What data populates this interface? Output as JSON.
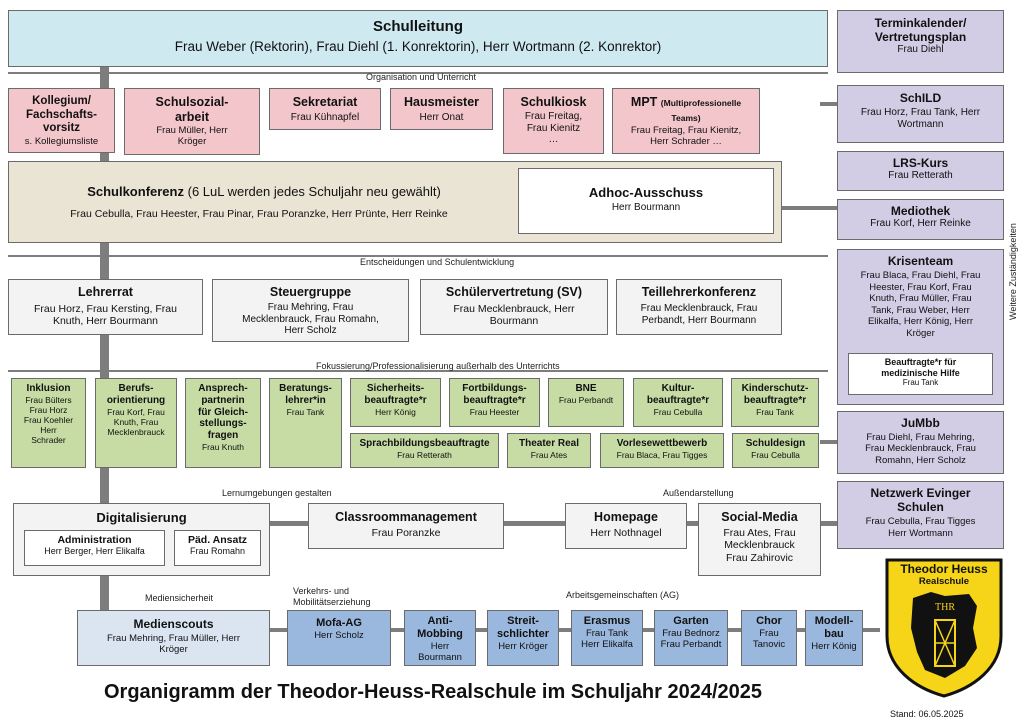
{
  "top": {
    "schulleitung": {
      "title": "Schulleitung",
      "names": "Frau Weber (Rektorin), Frau Diehl (1. Konrektorin), Herr Wortmann (2. Konrektor)"
    }
  },
  "labels": {
    "org": "Organisation und Unterricht",
    "entscheidungen": "Entscheidungen und Schulentwicklung",
    "fokus": "Fokussierung/Professionalisierung außerhalb des Unterrichts",
    "lernumgebungen": "Lernumgebungen gestalten",
    "aussen": "Außendarstellung",
    "mediensicherheit": "Mediensicherheit",
    "verkehr": "Verkehrs- und\nMobilitätserziehung",
    "ag": "Arbeitsgemeinschaften (AG)",
    "weitere": "Weitere Zuständigkeiten"
  },
  "row2": [
    {
      "title": "Kollegium/\nFachschafts-\nvorsitz",
      "names": "s. Kollegiumsliste"
    },
    {
      "title": "Schulsozial-\narbeit",
      "names": "Frau Müller, Herr\nKröger"
    },
    {
      "title": "Sekretariat",
      "names": "Frau Kühnapfel"
    },
    {
      "title": "Hausmeister",
      "names": "Herr Onat"
    },
    {
      "title": "Schulkiosk",
      "names": "Frau Freitag,\nFrau Kienitz\n…"
    },
    {
      "title": "MPT",
      "subtitle": "(Multiprofessionelle\nTeams)",
      "names": "Frau Freitag, Frau Kienitz,\nHerr Schrader …"
    }
  ],
  "schulkonferenz": {
    "title": "Schulkonferenz",
    "sub": "(6 LuL werden jedes Schuljahr neu gewählt)",
    "names": "Frau Cebulla, Frau Heester, Frau Pinar, Frau Poranzke, Herr Prünte, Herr Reinke"
  },
  "adhoc": {
    "title": "Adhoc-Ausschuss",
    "names": "Herr Bourmann"
  },
  "row4": [
    {
      "title": "Lehrerrat",
      "names": "Frau Horz, Frau Kersting, Frau\nKnuth, Herr Bourmann"
    },
    {
      "title": "Steuergruppe",
      "names": "Frau Mehring, Frau\nMecklenbrauck, Frau Romahn,\nHerr Scholz"
    },
    {
      "title": "Schülervertretung (SV)",
      "names": "Frau Mecklenbrauck, Herr\nBourmann"
    },
    {
      "title": "Teillehrerkonferenz",
      "names": "Frau Mecklenbrauck, Frau\nPerbandt, Herr Bourmann"
    }
  ],
  "green": [
    {
      "title": "Inklusion",
      "names": "Frau Bülters\nFrau Horz\nFrau Koehler\nHerr\nSchrader"
    },
    {
      "title": "Berufs-\norientierung",
      "names": "Frau Korf, Frau\nKnuth, Frau\nMecklenbrauck"
    },
    {
      "title": "Ansprech-\npartnerin\nfür Gleich-\nstellungs-\nfragen",
      "names": "Frau Knuth"
    },
    {
      "title": "Beratungs-\nlehrer*in",
      "names": "Frau Tank"
    },
    {
      "title": "Sicherheits-\nbeauftragte*r",
      "names": "Herr König"
    },
    {
      "title": "Fortbildungs-\nbeauftragte*r",
      "names": "Frau Heester"
    },
    {
      "title": "BNE",
      "names": "Frau Perbandt"
    },
    {
      "title": "Kultur-\nbeauftragte*r",
      "names": "Frau Cebulla"
    },
    {
      "title": "Kinderschutz-\nbeauftragte*r",
      "names": "Frau Tank"
    },
    {
      "title": "Sprachbildungsbeauftragte",
      "names": "Frau Retterath"
    },
    {
      "title": "Theater Real",
      "names": "Frau Ates"
    },
    {
      "title": "Vorlesewettbewerb",
      "names": "Frau Blaca, Frau Tigges"
    },
    {
      "title": "Schuldesign",
      "names": "Frau Cebulla"
    }
  ],
  "digital": {
    "title": "Digitalisierung",
    "admin_title": "Administration",
    "admin_names": "Herr Berger, Herr Elikalfa",
    "paed_title": "Päd. Ansatz",
    "paed_names": "Frau Romahn"
  },
  "classroom": {
    "title": "Classroommanagement",
    "names": "Frau Poranzke"
  },
  "homepage": {
    "title": "Homepage",
    "names": "Herr Nothnagel"
  },
  "social": {
    "title": "Social-Media",
    "names": "Frau Ates, Frau\nMecklenbrauck\nFrau Zahirovic"
  },
  "bottom": [
    {
      "title": "Medienscouts",
      "names": "Frau Mehring, Frau Müller, Herr\nKröger"
    },
    {
      "title": "Mofa-AG",
      "names": "Herr Scholz"
    },
    {
      "title": "Anti-\nMobbing",
      "names": "Herr\nBourmann"
    },
    {
      "title": "Streit-\nschlichter",
      "names": "Herr Kröger"
    },
    {
      "title": "Erasmus",
      "names": "Frau Tank\nHerr Elikalfa"
    },
    {
      "title": "Garten",
      "names": "Frau Bednorz\nFrau Perbandt"
    },
    {
      "title": "Chor",
      "names": "Frau\nTanovic"
    },
    {
      "title": "Modell-\nbau",
      "names": "Herr König"
    }
  ],
  "right": [
    {
      "title": "Terminkalender/\nVertretungsplan",
      "names": "Frau Diehl"
    },
    {
      "title": "SchILD",
      "names": "Frau Horz, Frau Tank, Herr\nWortmann"
    },
    {
      "title": "LRS-Kurs",
      "names": "Frau Retterath"
    },
    {
      "title": "Mediothek",
      "names": "Frau Korf, Herr Reinke"
    },
    {
      "title": "Krisenteam",
      "names": "Frau Blaca, Frau Diehl, Frau\nHeester, Frau Korf, Frau\nKnuth, Frau Müller, Frau\nTank, Frau Weber, Herr\nElikalfa, Herr König, Herr\nKröger"
    },
    {
      "title": "JuMbb",
      "names": "Frau Diehl, Frau Mehring,\nFrau Mecklenbrauck, Frau\nRomahn, Herr Scholz"
    },
    {
      "title": "Netzwerk Evinger\nSchulen",
      "names": "Frau Cebulla, Frau Tigges\nHerr Wortmann"
    }
  ],
  "medizin": {
    "title": "Beauftragte*r für\nmedizinische Hilfe",
    "names": "Frau Tank"
  },
  "logo": {
    "name": "Theodor Heuss",
    "sub": "Realschule",
    "mark": "THR"
  },
  "footer": {
    "title": "Organigramm der Theodor-Heuss-Realschule im Schuljahr 2024/2025",
    "stand": "Stand: 06.05.2025"
  },
  "colors": {
    "cyan": "#cfe9f1",
    "pink": "#f3c6cb",
    "tan": "#e9e4d3",
    "green": "#c6dca4",
    "lavender": "#d2cde5",
    "blue": "#9ab7dd",
    "logo_yellow": "#f6d417"
  }
}
